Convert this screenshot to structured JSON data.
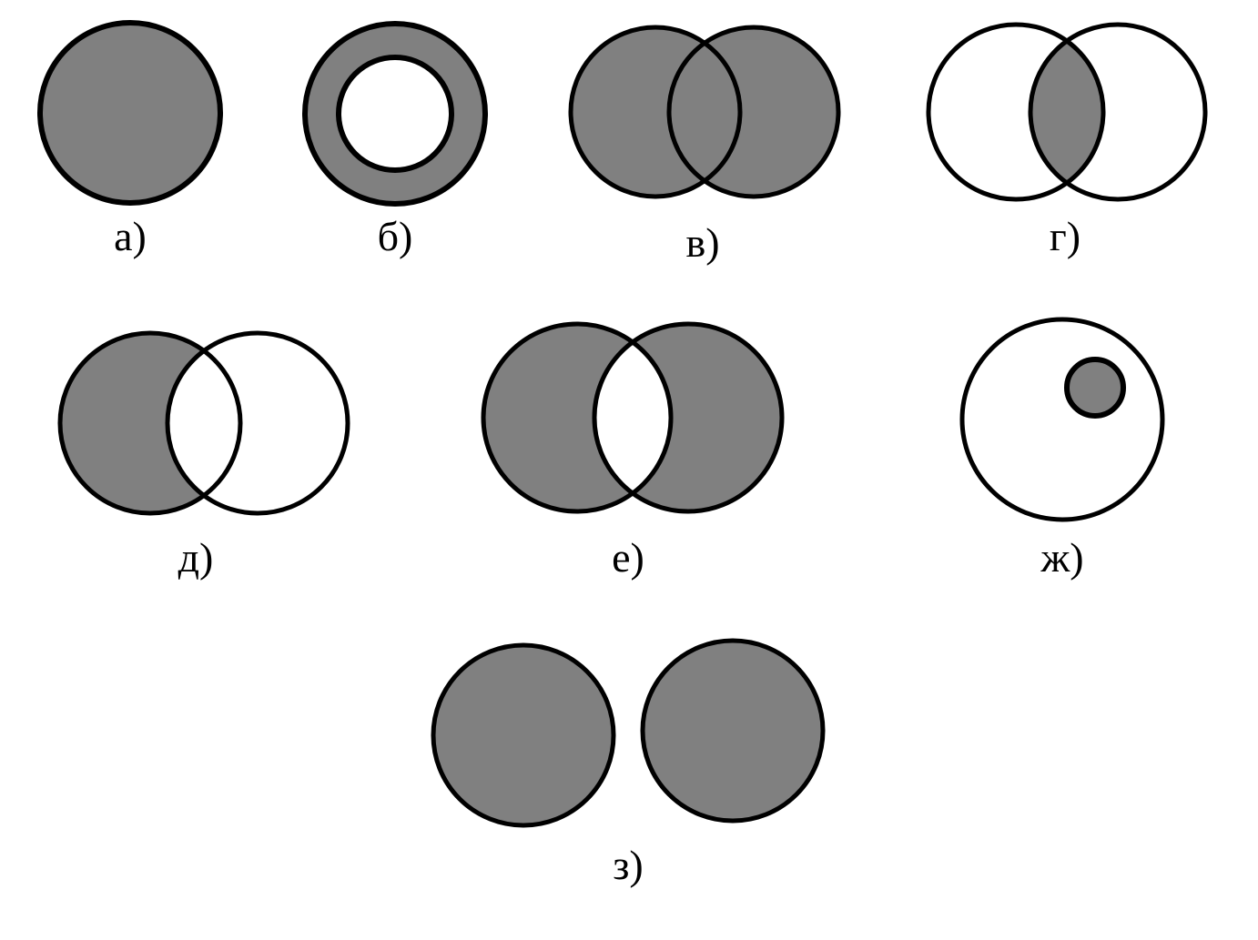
{
  "colors": {
    "fill": "#808080",
    "stroke": "#000000",
    "background": "#ffffff"
  },
  "panels": [
    {
      "id": "a",
      "label": "а)",
      "operation": "single-set"
    },
    {
      "id": "b",
      "label": "б)",
      "operation": "ring"
    },
    {
      "id": "v",
      "label": "в)",
      "operation": "union"
    },
    {
      "id": "g",
      "label": "г)",
      "operation": "intersection"
    },
    {
      "id": "d",
      "label": "д)",
      "operation": "difference"
    },
    {
      "id": "e",
      "label": "е)",
      "operation": "symmetric-difference"
    },
    {
      "id": "zh",
      "label": "ж)",
      "operation": "subset"
    },
    {
      "id": "z",
      "label": "з)",
      "operation": "disjoint"
    }
  ]
}
